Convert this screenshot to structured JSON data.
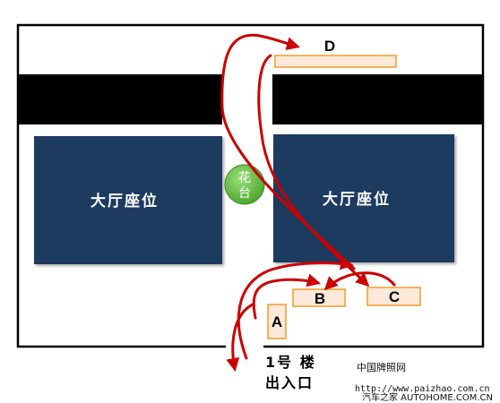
{
  "hall_left": {
    "label": "大厅座位"
  },
  "hall_right": {
    "label": "大厅座位"
  },
  "flower_bed": {
    "line1": "花",
    "line2": "台"
  },
  "spots": {
    "a": "A",
    "b": "B",
    "c": "C",
    "d": "D"
  },
  "exit": {
    "line1": "1号 楼",
    "line2": "出入口"
  },
  "watermark": {
    "line1": "中国牌照网",
    "line2": "http://www.paizhao.com.cn",
    "line3": "汽车之家 AUTOHOME.COM.CN"
  },
  "colors": {
    "hall": "#1e3a5f",
    "road": "#000000",
    "spot_fill": "#fde9d9",
    "spot_border": "#f59a2a",
    "arrow": "#cc0000",
    "flower": "#6cc24a"
  }
}
